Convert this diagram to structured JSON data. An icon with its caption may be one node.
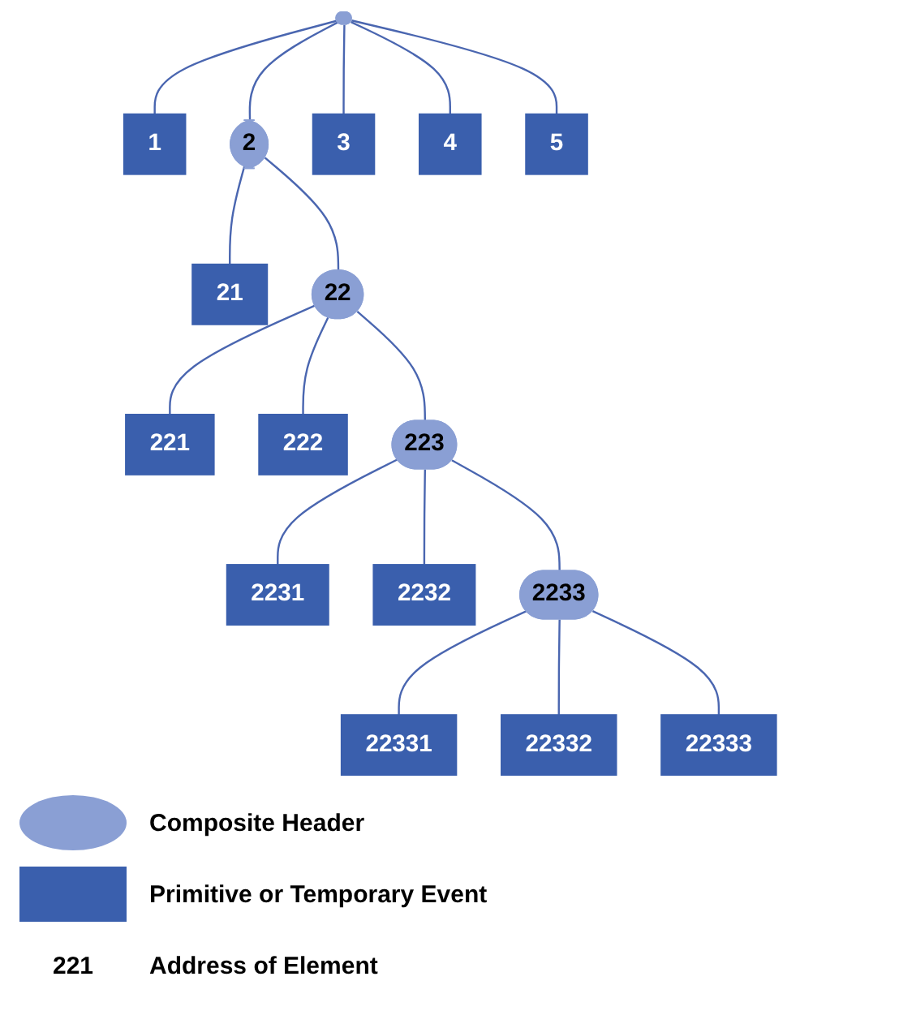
{
  "diagram": {
    "nodes": [
      {
        "text": [],
        "shape": "ellipse"
      },
      {
        "text": [
          "1"
        ]
      },
      {
        "text": [
          "2"
        ]
      },
      {
        "text": [
          "3"
        ]
      },
      {
        "text": [
          "4"
        ]
      },
      {
        "text": [
          "5"
        ]
      },
      {
        "text": [
          "21"
        ]
      },
      {
        "text": [
          "22"
        ]
      },
      {
        "text": [
          "221"
        ]
      },
      {
        "text": [
          "222"
        ]
      },
      {
        "text": [
          "223"
        ]
      },
      {
        "text": [
          "2231"
        ]
      },
      {
        "text": [
          "2232"
        ]
      },
      {
        "text": [
          "2233"
        ]
      },
      {
        "text": [
          "22331"
        ]
      },
      {
        "text": [
          "22332"
        ]
      },
      {
        "text": [
          "22333"
        ]
      }
    ],
    "edges": [
      {
        "from": 0,
        "to": 1,
        "arrow": "none"
      },
      {
        "from": 0,
        "to": 2,
        "arrow": "none"
      },
      {
        "from": 0,
        "to": 3,
        "arrow": "none"
      },
      {
        "from": 0,
        "to": 4,
        "arrow": "none"
      },
      {
        "from": 0,
        "to": 5,
        "arrow": "none"
      },
      {
        "from": 2,
        "to": 6,
        "arrow": "none"
      },
      {
        "from": 2,
        "to": 7,
        "arrow": "none"
      },
      {
        "from": 7,
        "to": 8,
        "arrow": "none"
      },
      {
        "from": 7,
        "to": 9,
        "arrow": "none"
      },
      {
        "from": 7,
        "to": 10,
        "arrow": "none"
      },
      {
        "from": 10,
        "to": 11,
        "arrow": "none"
      },
      {
        "from": 10,
        "to": 12,
        "arrow": "none"
      },
      {
        "from": 10,
        "to": 13,
        "arrow": "none"
      },
      {
        "from": 13,
        "to": 14,
        "arrow": "none"
      },
      {
        "from": 13,
        "to": 15,
        "arrow": "none"
      },
      {
        "from": 13,
        "to": 16,
        "arrow": "none"
      }
    ],
    "labels": [
      "221"
    ],
    "legend": [
      {
        "text": "Composite Header",
        "color": "#8a9fd4"
      },
      {
        "text": "Primitive or Temporary Event",
        "color": "#3a5fad"
      },
      {
        "text": "Address of Element"
      }
    ]
  }
}
